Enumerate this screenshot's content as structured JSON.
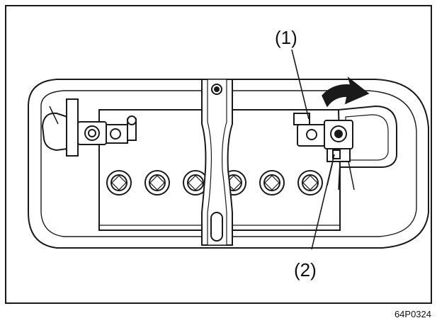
{
  "diagram": {
    "callouts": [
      {
        "id": 1,
        "label": "(1)"
      },
      {
        "id": 2,
        "label": "(2)"
      }
    ],
    "figure_code": "64P0324",
    "colors": {
      "line": "#1a1a1a",
      "background": "#ffffff",
      "arrow": "#1a1a1a"
    }
  }
}
